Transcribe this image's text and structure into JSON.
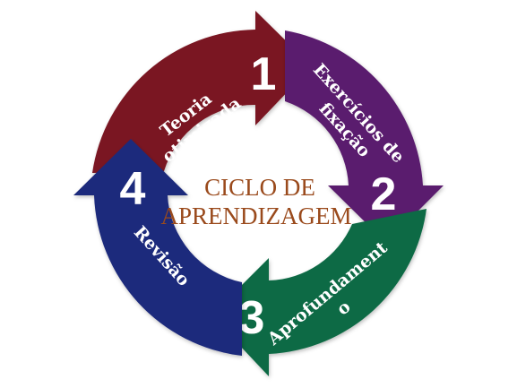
{
  "diagram": {
    "center_title_line1": "CICLO DE",
    "center_title_line2": "APRENDIZAGEM",
    "steps": [
      {
        "number": "1",
        "label_lines": [
          "Teoria",
          "otimizada"
        ],
        "color": "#7a1420"
      },
      {
        "number": "2",
        "label_lines": [
          "Exercícios de",
          "fixação"
        ],
        "color": "#5a1d6e"
      },
      {
        "number": "3",
        "label_lines": [
          "Aprofundament",
          "o"
        ],
        "color": "#0d6b45"
      },
      {
        "number": "4",
        "label_lines": [
          "Revisão"
        ],
        "color": "#1f2a7c"
      }
    ]
  }
}
